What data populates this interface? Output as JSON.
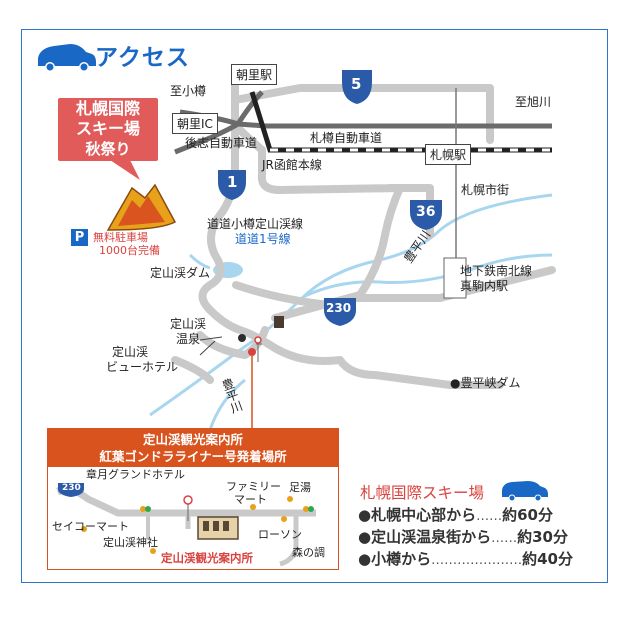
{
  "title": "アクセス",
  "callout": {
    "line1": "札幌国際",
    "line2": "スキー場",
    "line3": "秋祭り"
  },
  "parking": {
    "icon_letter": "P",
    "line1": "無料駐車場",
    "line2": "1000台完備"
  },
  "route_shields": [
    "5",
    "1",
    "36",
    "230"
  ],
  "labels": {
    "asari_station": "朝里駅",
    "to_otaru": "至小樽",
    "asari_ic": "朝里IC",
    "shiribeshi_road": "後志自動車道",
    "sassho_road": "札樽自動車道",
    "to_asahikawa": "至旭川",
    "jr_line": "JR函館本線",
    "sapporo_station": "札幌駅",
    "sapporo_city": "札幌市街",
    "route_otaru_jozankei": "道道小樽定山渓線",
    "route_no1": "道道1号線",
    "jozankei_dam": "定山渓ダム",
    "toyohira_river": "豊平川",
    "subway_line1": "地下鉄南北線",
    "subway_line2": "真駒内駅",
    "jozankei_onsen1": "定山渓",
    "jozankei_onsen2": "温泉",
    "view_hotel1": "定山渓",
    "view_hotel2": "ビューホテル",
    "toyohira_river_2": "豊平川",
    "houheikyo_dam": "●豊平峡ダム"
  },
  "inset": {
    "header_line1": "定山渓観光案内所",
    "header_line2": "紅葉ゴンドラライナー号発着場所",
    "route_shield": "230",
    "satsuki_hotel": "章月グランドホテル",
    "family_mart1": "ファミリー",
    "family_mart2": "マート",
    "ashiyu": "足湯",
    "seicomart": "セイコーマート",
    "jinja": "定山渓神社",
    "lawson": "ローソン",
    "mori_no_shirabe": "森の調",
    "info_center": "定山渓観光案内所"
  },
  "info": {
    "title": "札幌国際スキー場",
    "rows": [
      {
        "from": "●札幌中心部から",
        "dots": "……",
        "time": "約60分"
      },
      {
        "from": "●定山渓温泉街から",
        "dots": "……",
        "time": "約30分"
      },
      {
        "from": "●小樽から",
        "dots": "…………………",
        "time": "約40分"
      }
    ]
  },
  "colors": {
    "accent_blue": "#1a68c5",
    "callout_red": "#e15b5b",
    "inset_orange": "#d9531f",
    "road_gray": "#c9c9c9",
    "river_blue": "#a9d6ef"
  }
}
